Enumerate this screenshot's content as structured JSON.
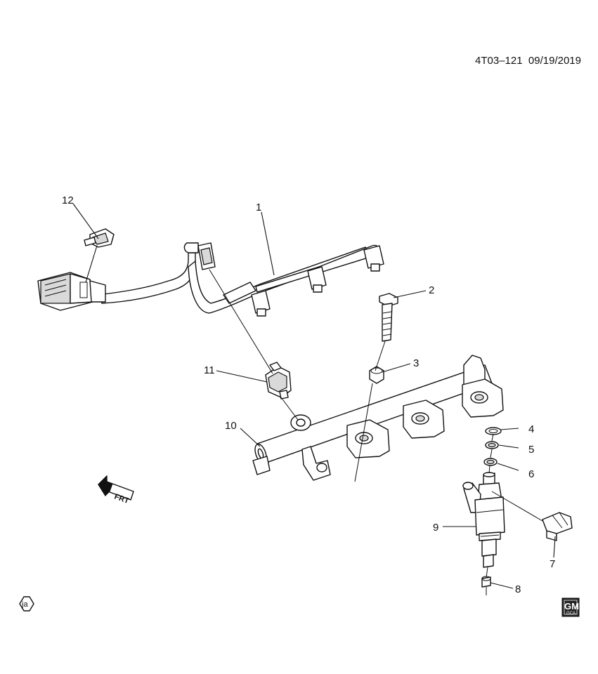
{
  "diagram_code": "4T03–121",
  "diagram_date": "09/19/2019",
  "callouts": [
    {
      "id": "1",
      "label": "1"
    },
    {
      "id": "2",
      "label": "2"
    },
    {
      "id": "3",
      "label": "3"
    },
    {
      "id": "4",
      "label": "4"
    },
    {
      "id": "5",
      "label": "5"
    },
    {
      "id": "6",
      "label": "6"
    },
    {
      "id": "7",
      "label": "7"
    },
    {
      "id": "8",
      "label": "8"
    },
    {
      "id": "9",
      "label": "9"
    },
    {
      "id": "10",
      "label": "10"
    },
    {
      "id": "11",
      "label": "11"
    },
    {
      "id": "12",
      "label": "12"
    }
  ],
  "orientation_arrow": {
    "label": "FRT"
  },
  "corner_badge": {
    "label": "ja"
  },
  "logo": {
    "label": "GM",
    "sublabel": "GCA"
  }
}
